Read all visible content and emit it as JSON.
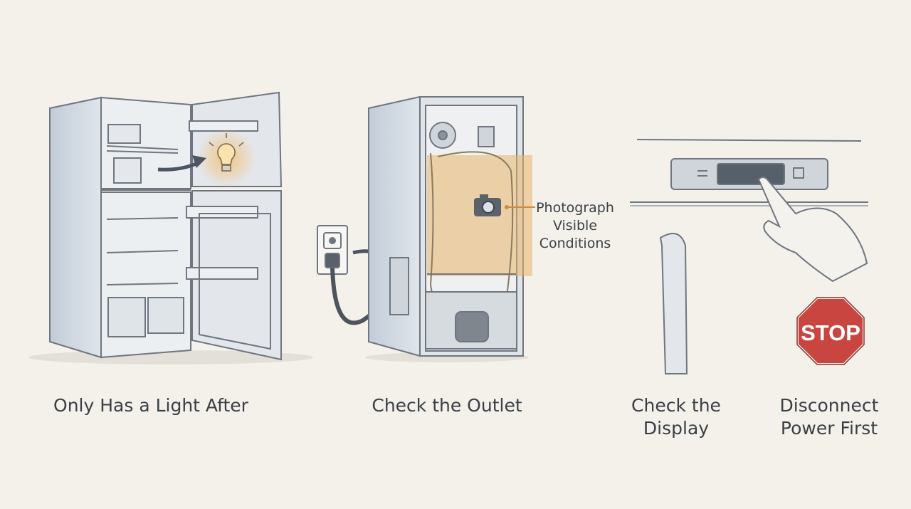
{
  "steps": [
    {
      "id": "light",
      "caption": "Only Has a Light After"
    },
    {
      "id": "outlet",
      "caption": "Check the Outlet"
    },
    {
      "id": "display",
      "caption_lines": [
        "Check the",
        "Display"
      ]
    },
    {
      "id": "power",
      "caption_lines": [
        "Disconnect",
        "Power First"
      ]
    }
  ],
  "callout": {
    "lines": [
      "Photograph",
      "Visible",
      "Conditions"
    ]
  },
  "stop_sign": {
    "text": "STOP",
    "color": "#c9453f"
  },
  "colors": {
    "background": "#f3f1ea",
    "outline": "#6f7680",
    "fridge_body": "#c9d2dc",
    "highlight": "#e9b56a"
  }
}
